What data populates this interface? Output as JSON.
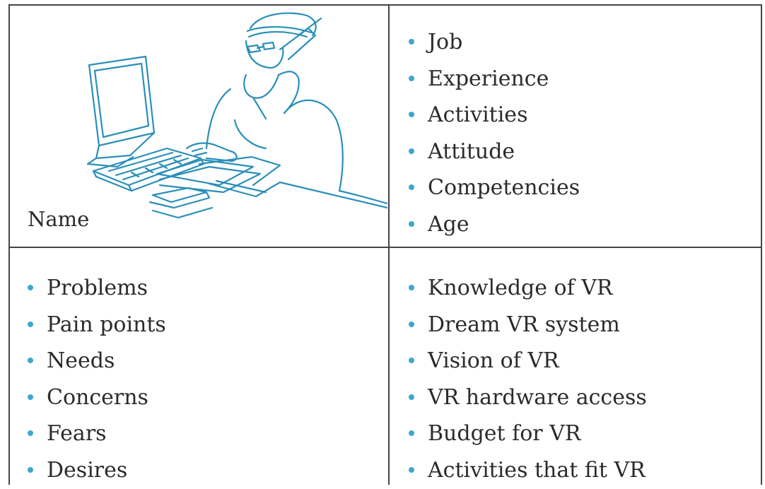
{
  "persona_card": {
    "name_label": "Name",
    "top_right_items": [
      "Job",
      "Experience",
      "Activities",
      "Attitude",
      "Competencies",
      "Age"
    ],
    "bottom_left_items": [
      "Problems",
      "Pain points",
      "Needs",
      "Concerns",
      "Fears",
      "Desires"
    ],
    "bottom_right_items": [
      "Knowledge of VR",
      "Dream VR system",
      "Vision of VR",
      "VR hardware access",
      "Budget for VR",
      "Activities that fit VR"
    ]
  },
  "colors": {
    "bullet": "#3fa6cf",
    "illustration_line": "#2a8fb8",
    "border": "#444444",
    "text": "#2b2b2b"
  },
  "illustration": {
    "description_icon": "person-at-computer-on-phone-icon"
  }
}
